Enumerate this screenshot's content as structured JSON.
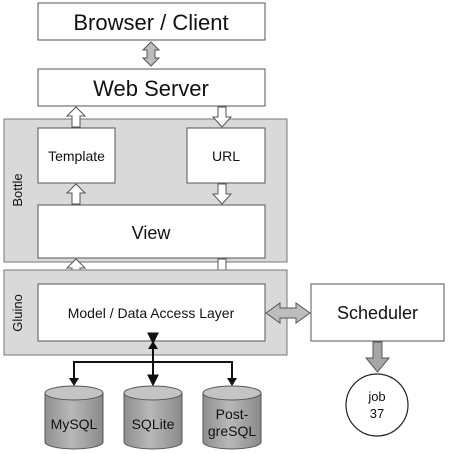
{
  "boxes": {
    "browser": "Browser / Client",
    "web_server": "Web Server",
    "template": "Template",
    "url": "URL",
    "view": "View",
    "model": "Model / Data Access Layer",
    "scheduler": "Scheduler"
  },
  "groups": {
    "bottle": "Bottle",
    "gluino": "Gluino"
  },
  "databases": {
    "mysql": "MySQL",
    "sqlite": "SQLite",
    "postgres_line1": "Post-",
    "postgres_line2": "greSQL"
  },
  "job": {
    "line1": "job",
    "line2": "37"
  },
  "colors": {
    "group_fill": "#d9d9d9",
    "box_fill": "#ffffff",
    "arrow_fill": "#bdbdbd",
    "db_fill": "#a6a6a6",
    "stroke": "#555555"
  }
}
